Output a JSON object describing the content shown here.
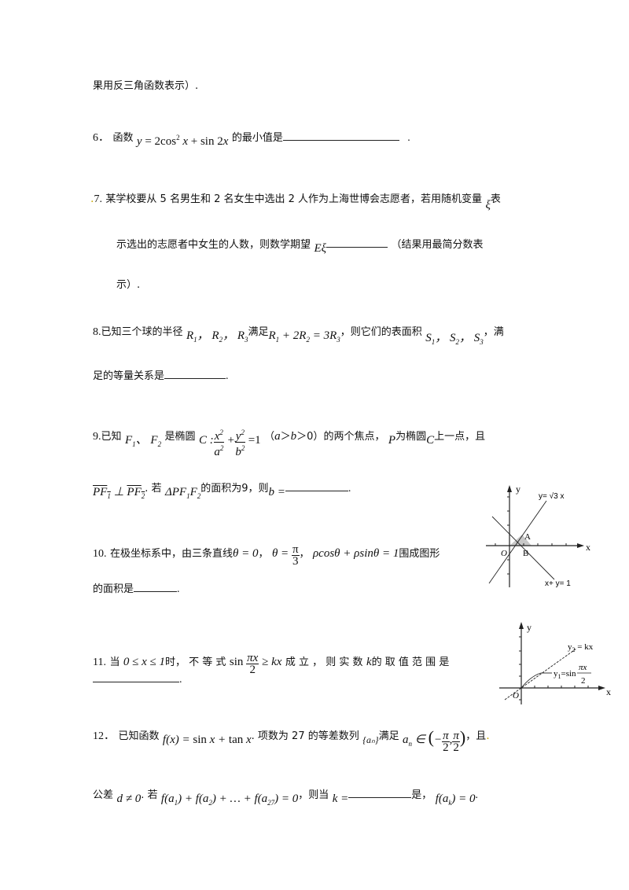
{
  "page": {
    "q5_tail": "果用反三角函数表示）.",
    "q6": {
      "number": "6．",
      "text1": "函数",
      "formula": "y = 2cos² x + sin 2x",
      "text2": "的最小值是",
      "end": "."
    },
    "q7": {
      "number": "7.",
      "line1": "某学校要从 5 名男生和 2 名女生中选出 2 人作为上海世博会志愿者，若用随机变量",
      "var": "ξ",
      "line1_end": "表",
      "line2": "示选出的志愿者中女生的人数，则数学期望",
      "expect": "Eξ",
      "line2_end": "（结果用最简分数表",
      "line3": "示）."
    },
    "q8": {
      "number": "8.",
      "text1": "已知三个球的半径",
      "radii": "R₁， R₂， R₃",
      "text2": "满足",
      "condition": "R₁ + 2R₂ = 3R₃",
      "text3": "，则它们的表面积",
      "areas": "S₁， S₂， S₃",
      "text4": "，满",
      "line2": "足的等量关系是",
      "end": "."
    },
    "q9": {
      "number": "9.",
      "text1": "已知",
      "foci": "F₁、 F₂",
      "text2": "是椭圆",
      "ellipse": "C: x²/a² + y²/b² = 1",
      "cond": "（a > b > 0）",
      "text3": "的两个焦点，",
      "p": "P",
      "text4": "为椭圆",
      "c": "C",
      "text5": "上一点，且",
      "line2_vec": "PF₁ ⊥ PF₂",
      "line2_text1": ". 若",
      "triangle": "ΔPF₁F₂",
      "line2_text2": "的面积为9，则",
      "b": "b =",
      "end": "."
    },
    "q10": {
      "number": "10.",
      "text1": "在极坐标系中，由三条直线",
      "l1": "θ = 0",
      "sep": "，",
      "l2": "θ = π/3",
      "l3": "ρcosθ + ρsinθ = 1",
      "text2": "围成图形",
      "line2": "的面积是",
      "end": "."
    },
    "q11": {
      "number": "11.",
      "text1": "当",
      "range": "0 ≤ x ≤ 1",
      "text2": "时， 不 等 式",
      "ineq": "sin(πx/2) ≥ kx",
      "text3": "成 立 ， 则 实 数",
      "k": "k",
      "text4": "的 取 值 范 围 是",
      "end": "."
    },
    "q12": {
      "number": "12．",
      "text1": "已知函数",
      "f": "f(x) = sin x + tan x",
      "text2": ". 项数为 27 的等差数列",
      "seq": "{aₙ}",
      "text3": "满足",
      "cond": "aₙ ∈ (−π/2, π/2)",
      "text4": "，且",
      "line2_text1": "公差",
      "d": "d ≠ 0",
      "line2_text2": ". 若",
      "sum": "f(a₁) + f(a₂) + … + f(a₂₇) = 0",
      "line2_text3": "，则当",
      "kk": "k =",
      "line2_text4": "是，",
      "fk": "f(aₖ) = 0",
      "end": "."
    }
  },
  "figures": {
    "fig10": {
      "y_axis": "y",
      "x_axis": "x",
      "line1": "y= √3 x",
      "line2": "x+ y= 1",
      "pointA": "A",
      "pointB": "B",
      "origin": "O"
    },
    "fig11": {
      "y_axis": "y",
      "x_axis": "x",
      "line": "y₂ = kx",
      "curve": "y₁=sin πx/2",
      "origin": "O"
    }
  }
}
